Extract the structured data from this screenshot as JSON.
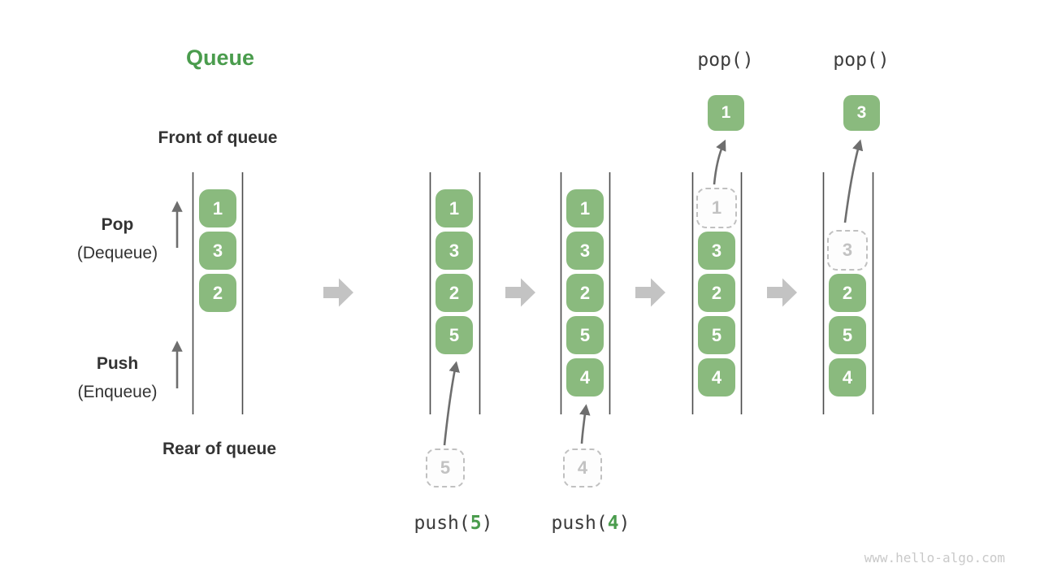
{
  "title": "Queue",
  "watermark": "www.hello-algo.com",
  "colors": {
    "green": "#8aba7e",
    "accent": "#4a9c4d",
    "ink": "#333333",
    "mono-ink": "#3c3c3c",
    "ghost-border": "#c0c0c0",
    "ghost-text": "#c2c2c2",
    "thin-arrow": "#6e6e6e",
    "block-arrow": "#c3c3c3",
    "wall": "#4a4a4a",
    "watermark": "#c9c9c9"
  },
  "labels": {
    "front": "Front of queue",
    "rear": "Rear of queue",
    "pop_title": "Pop",
    "pop_sub": "(Dequeue)",
    "push_title": "Push",
    "push_sub": "(Enqueue)"
  },
  "states": [
    {
      "name": "initial",
      "boxes": [
        {
          "v": "1"
        },
        {
          "v": "3"
        },
        {
          "v": "2"
        }
      ]
    },
    {
      "name": "after-push-5",
      "boxes": [
        {
          "v": "1"
        },
        {
          "v": "3"
        },
        {
          "v": "2"
        },
        {
          "v": "5"
        }
      ],
      "pending": "5",
      "op": {
        "pre": "push(",
        "arg": "5",
        "post": ")"
      }
    },
    {
      "name": "after-push-4",
      "boxes": [
        {
          "v": "1"
        },
        {
          "v": "3"
        },
        {
          "v": "2"
        },
        {
          "v": "5"
        },
        {
          "v": "4"
        }
      ],
      "pending": "4",
      "op": {
        "pre": "push(",
        "arg": "4",
        "post": ")"
      }
    },
    {
      "name": "after-pop-1",
      "ghost": {
        "v": "1"
      },
      "boxes": [
        {
          "v": "3"
        },
        {
          "v": "2"
        },
        {
          "v": "5"
        },
        {
          "v": "4"
        }
      ],
      "popped": "1",
      "op_label": "pop()"
    },
    {
      "name": "after-pop-3",
      "ghost": {
        "v": "3"
      },
      "boxes": [
        {
          "v": "2"
        },
        {
          "v": "5"
        },
        {
          "v": "4"
        }
      ],
      "popped": "3",
      "op_label": "pop()"
    }
  ]
}
